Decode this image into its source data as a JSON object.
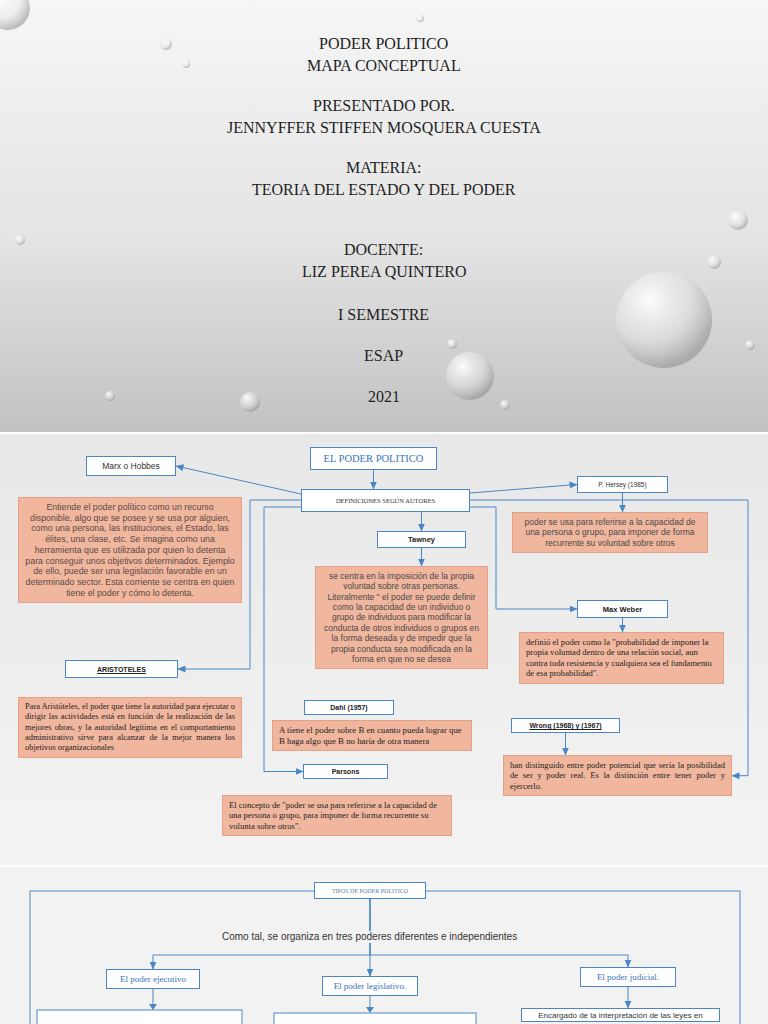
{
  "diagram": {
    "title": "PODER POLITICO",
    "nodes": [
      {
        "text": [
          "EL PODER POLITICO"
        ]
      },
      {
        "text": [
          "DEFINICIONES SEGÚN AUTORES"
        ]
      },
      {
        "text": [
          "Marx o Hobbes"
        ]
      },
      {
        "text": [
          "Entiende el poder político como un recurso disponible, algo que se posee y se usa por alguien, como una persona, las instituciones, el Estado, las élites, una clase, etc. Se imagina como una herramienta que es utilizada por quien lo detenta para conseguir unos objetivos determinados. Ejemplo de ello, puede ser una legislación favorable en un determinado sector. Esta corriente se centra en quien tiene el poder y cómo lo detenta."
        ]
      },
      {
        "text": [
          "P. Hersey (1985)"
        ]
      },
      {
        "text": [
          "poder se usa para referirse a la capacidad de una persona o grupo, para imponer de forma recurrente su voluntad sobre otros"
        ]
      },
      {
        "text": [
          "Tawney"
        ]
      },
      {
        "text": [
          "se centra en la imposición de la propia voluntad sobre otras personas. Literalmente \" el poder se puede definir como la capacidad de un individuo o grupo de individuos para modificar la conducta de otros individuos o grupos en la forma deseada y de impedir que la propia conducta sea modificada en la forma en que no se desea"
        ]
      },
      {
        "text": [
          "Max Weber"
        ]
      },
      {
        "text": [
          "definió el poder como la \"probabilidad de imponer la propia voluntad dentro de una relación social, aun contra toda resistencia y cualquiera sea el fundamento de esa probabilidad\"."
        ]
      },
      {
        "text": [
          "ARISTOTELES"
        ]
      },
      {
        "text": [
          "Para Aristóteles, el poder que tiene la autoridad para ejecutar o dirigir las actividades está en función de la realización de las mejores obras, y la autoridad legítima en el comportamiento administrativo sirve para alcanzar de la mejor manera los objetivos organizacionales"
        ]
      },
      {
        "text": [
          "Dahl (1957)"
        ]
      },
      {
        "text": [
          "A tiene el poder sobre B en cuanto pueda lograr que B haga algo que B no haría de otra manera"
        ]
      },
      {
        "text": [
          "Wrong (1968) y (1967)"
        ]
      },
      {
        "text": [
          "han distinguido entre poder potencial que sería la posibilidad de ser y poder real. Es la distinción entre tener poder y ejercerlo."
        ]
      },
      {
        "text": [
          "Parsons"
        ]
      },
      {
        "text": [
          "El concepto de \"poder se usa para referirse a la capacidad de una persona o grupo, para imponer de forma recurrente su volunta sobre otros\"."
        ]
      },
      {
        "text": [
          "TIPOS DE PODER POLITICO"
        ]
      },
      {
        "text": [
          "El poder ejecutivo"
        ]
      },
      {
        "text": [
          "El poder legislativo."
        ]
      },
      {
        "text": [
          "El poder judicial."
        ]
      },
      {
        "text": [
          "Encargado de la interpretación de las leyes en"
        ]
      }
    ],
    "edges": [
      {
        "from": 0,
        "to": 1,
        "arrow": "to"
      },
      {
        "from": 1,
        "to": 2,
        "arrow": "to"
      },
      {
        "from": 1,
        "to": 4,
        "arrow": "to"
      },
      {
        "from": 1,
        "to": 6,
        "arrow": "to"
      },
      {
        "from": 1,
        "to": 10,
        "arrow": "to"
      },
      {
        "from": 1,
        "to": 16,
        "arrow": "to"
      },
      {
        "from": 1,
        "to": 8,
        "arrow": "to"
      },
      {
        "from": 1,
        "to": 15,
        "arrow": "to"
      },
      {
        "from": 4,
        "to": 5,
        "arrow": "to"
      },
      {
        "from": 6,
        "to": 7,
        "arrow": "to"
      },
      {
        "from": 8,
        "to": 9,
        "arrow": "to"
      },
      {
        "from": 14,
        "to": 15,
        "arrow": "to"
      },
      {
        "from": 18,
        "to": 19,
        "arrow": "to"
      },
      {
        "from": 18,
        "to": 20,
        "arrow": "to"
      },
      {
        "from": 18,
        "to": 21,
        "arrow": "to"
      },
      {
        "from": 21,
        "to": 22,
        "arrow": "to"
      }
    ],
    "labels": [
      "MAPA CONCEPTUAL",
      "PRESENTADO POR.",
      "JENNYFFER STIFFEN MOSQUERA CUESTA",
      "MATERIA:",
      "TEORIA DEL ESTADO Y DEL PODER",
      "DOCENTE:",
      "LIZ PEREA QUINTERO",
      "I SEMESTRE",
      "ESAP",
      "2021",
      "Como tal, se organiza en tres poderes diferentes e independientes"
    ]
  }
}
